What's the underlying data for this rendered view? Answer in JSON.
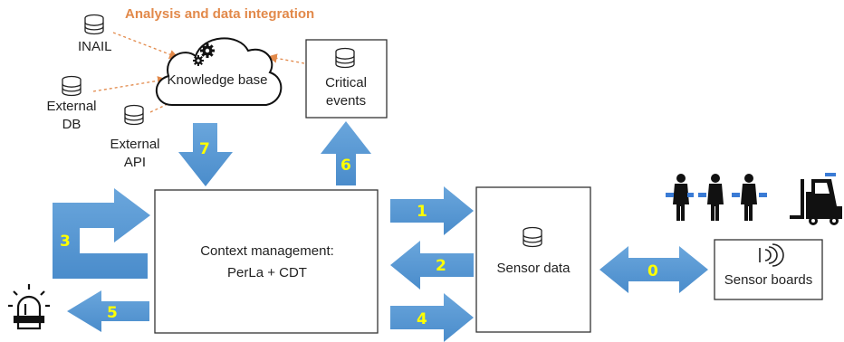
{
  "title": "Analysis and data integration",
  "sources": {
    "inail": "INAIL",
    "external_db": "External DB",
    "external_api": "External API"
  },
  "knowledge_base": "Knowledge base",
  "critical_events": "Critical events",
  "context_management": {
    "line1": "Context management:",
    "line2": "PerLa + CDT"
  },
  "sensor_data": "Sensor data",
  "sensor_boards": "Sensor boards",
  "arrow_numbers": [
    "0",
    "1",
    "2",
    "3",
    "4",
    "5",
    "6",
    "7"
  ],
  "colors": {
    "arrow": "#5b9bd5",
    "arrow_dark": "#3f7fbf",
    "number": "#ffff00",
    "title": "#e2894a",
    "dashed": "#e2894a"
  },
  "icons": [
    "database-icon",
    "cloud-icon",
    "gear-icon",
    "alarm-light-icon",
    "worker-icon",
    "forklift-icon",
    "sensor-wave-icon"
  ]
}
